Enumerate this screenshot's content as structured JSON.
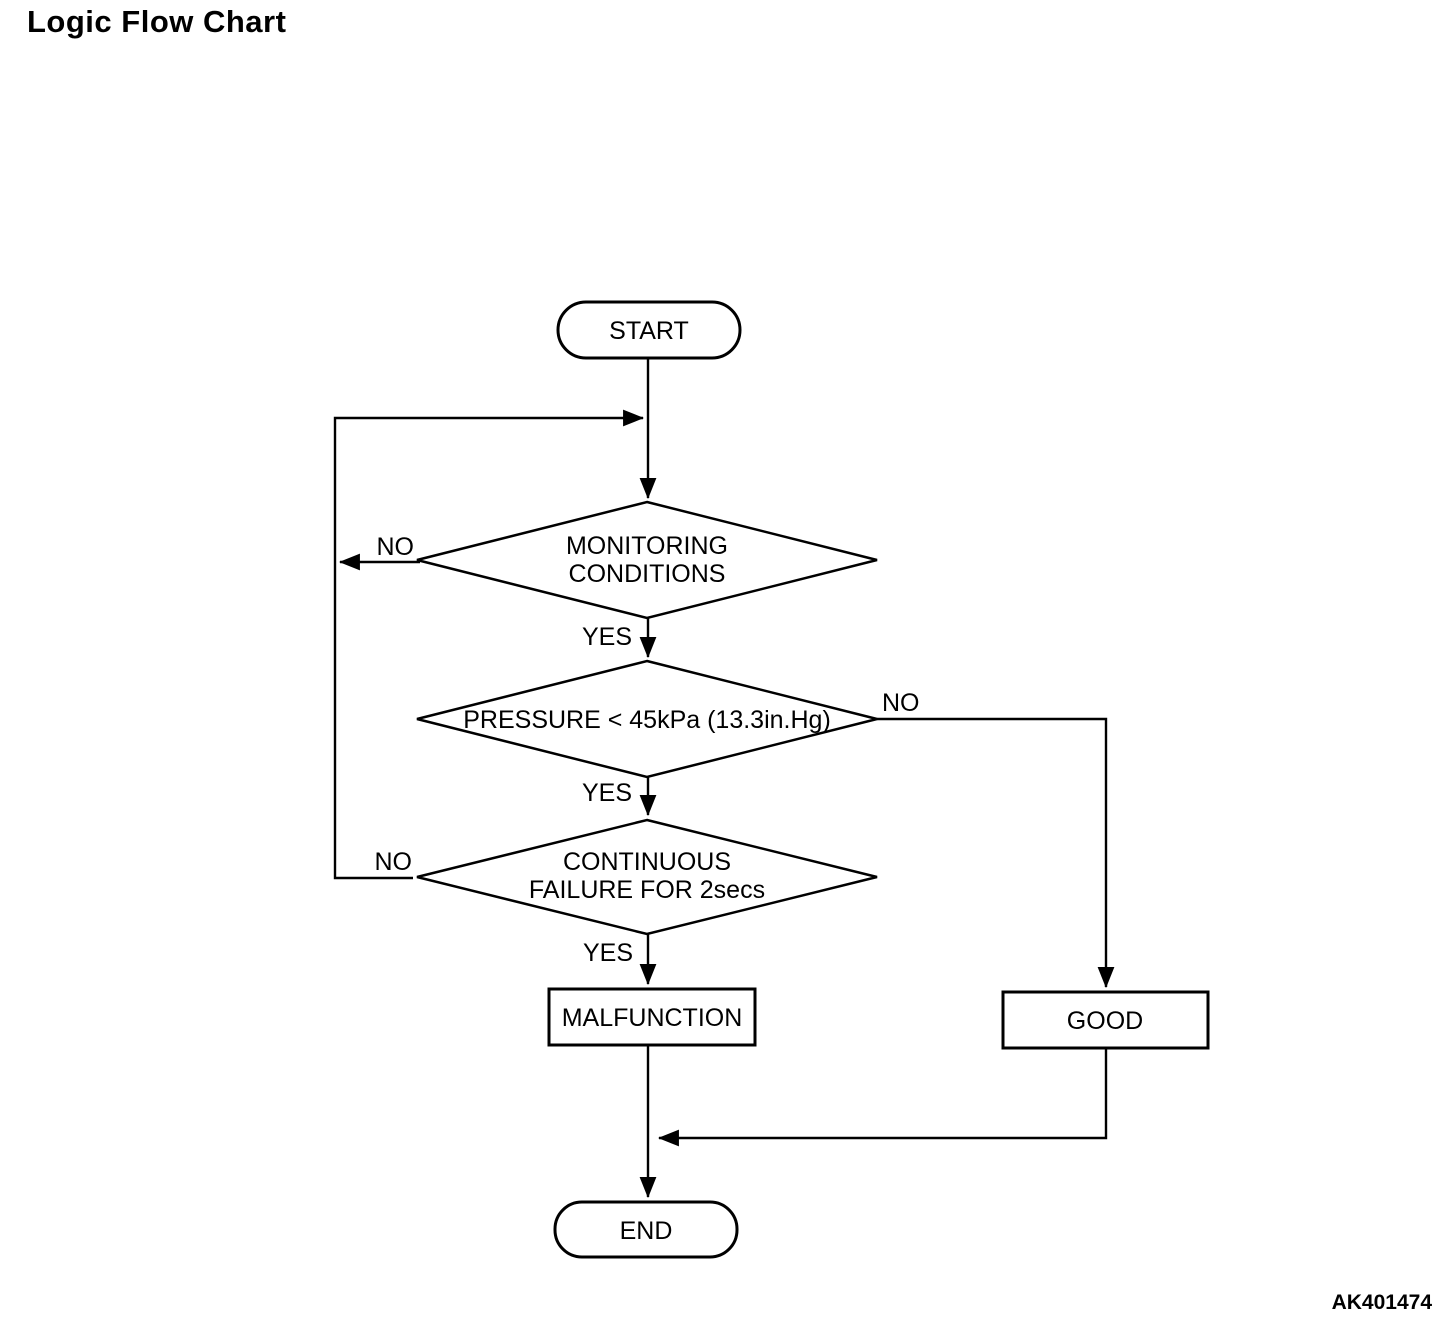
{
  "page": {
    "title": "Logic Flow Chart",
    "figure_code": "AK401474",
    "background_color": "#ffffff",
    "ink_color": "#000000"
  },
  "flowchart": {
    "nodes": {
      "start": {
        "type": "terminator",
        "label": "START"
      },
      "monitoring": {
        "type": "decision",
        "line1": "MONITORING",
        "line2": "CONDITIONS"
      },
      "pressure": {
        "type": "decision",
        "line1": "PRESSURE < 45kPa (13.3in.Hg)"
      },
      "continuous": {
        "type": "decision",
        "line1": "CONTINUOUS",
        "line2": "FAILURE FOR 2secs"
      },
      "malfunction": {
        "type": "process",
        "label": "MALFUNCTION"
      },
      "good": {
        "type": "process",
        "label": "GOOD"
      },
      "end": {
        "type": "terminator",
        "label": "END"
      }
    },
    "edge_labels": {
      "monitoring_no": "NO",
      "monitoring_yes": "YES",
      "pressure_no": "NO",
      "pressure_yes": "YES",
      "continuous_no": "NO",
      "continuous_yes": "YES"
    },
    "edges": [
      {
        "from": "start",
        "to": "monitoring",
        "label": ""
      },
      {
        "from": "monitoring",
        "to": "loop-left-line",
        "label": "NO"
      },
      {
        "from": "monitoring",
        "to": "pressure",
        "label": "YES"
      },
      {
        "from": "pressure",
        "to": "good",
        "label": "NO"
      },
      {
        "from": "pressure",
        "to": "continuous",
        "label": "YES"
      },
      {
        "from": "continuous",
        "to": "loop-back-to-monitoring",
        "label": "NO"
      },
      {
        "from": "continuous",
        "to": "malfunction",
        "label": "YES"
      },
      {
        "from": "malfunction",
        "to": "end",
        "label": ""
      },
      {
        "from": "good",
        "to": "end",
        "label": ""
      }
    ]
  }
}
